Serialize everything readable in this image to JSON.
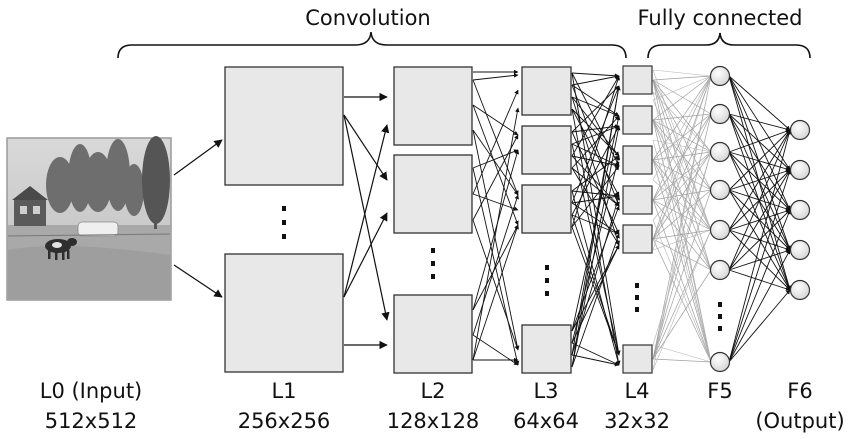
{
  "diagram": {
    "groups": [
      {
        "id": "conv",
        "label": "Convolution"
      },
      {
        "id": "fc",
        "label": "Fully connected"
      }
    ],
    "layers": [
      {
        "id": "L0",
        "name": "L0 (Input)",
        "size": "512x512"
      },
      {
        "id": "L1",
        "name": "L1",
        "size": "256x256"
      },
      {
        "id": "L2",
        "name": "L2",
        "size": "128x128"
      },
      {
        "id": "L3",
        "name": "L3",
        "size": "64x64"
      },
      {
        "id": "L4",
        "name": "L4",
        "size": "32x32"
      },
      {
        "id": "F5",
        "name": "F5",
        "size": ""
      },
      {
        "id": "F6",
        "name": "F6",
        "size": "(Output)"
      }
    ],
    "colors": {
      "box_fill": "#e8e8e8",
      "box_stroke": "#333333",
      "arrow": "#111111",
      "fc_edge": "#9a9a9a"
    },
    "input_image": "photo-of-farm-with-cow-and-trees"
  }
}
